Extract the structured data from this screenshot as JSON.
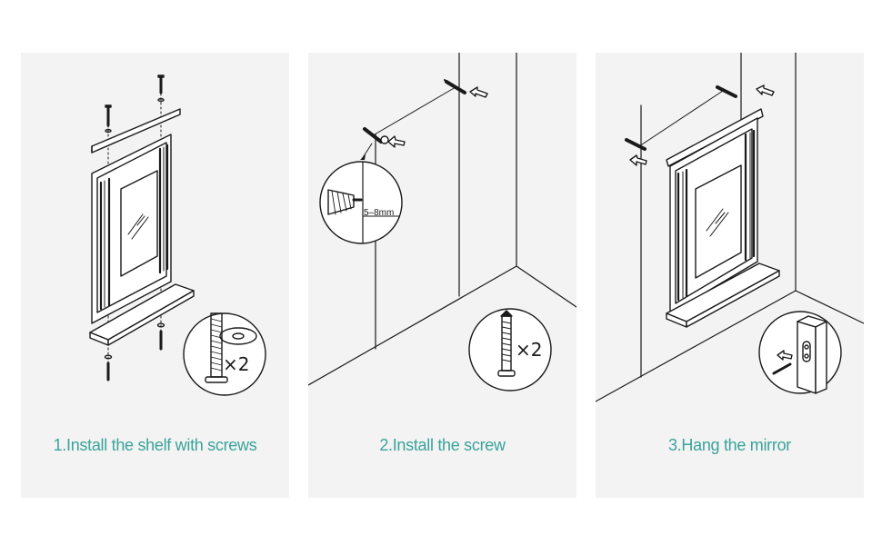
{
  "steps": [
    {
      "caption": "1.Install the shelf with screws",
      "quantity_label": "×2"
    },
    {
      "caption": "2.Install the screw",
      "quantity_label": "×2",
      "depth_label": "5–8mm"
    },
    {
      "caption": "3.Hang the mirror"
    }
  ],
  "colors": {
    "caption": "#3aa39a",
    "panel": "#f3f3f3",
    "line": "#1a1a1a"
  }
}
